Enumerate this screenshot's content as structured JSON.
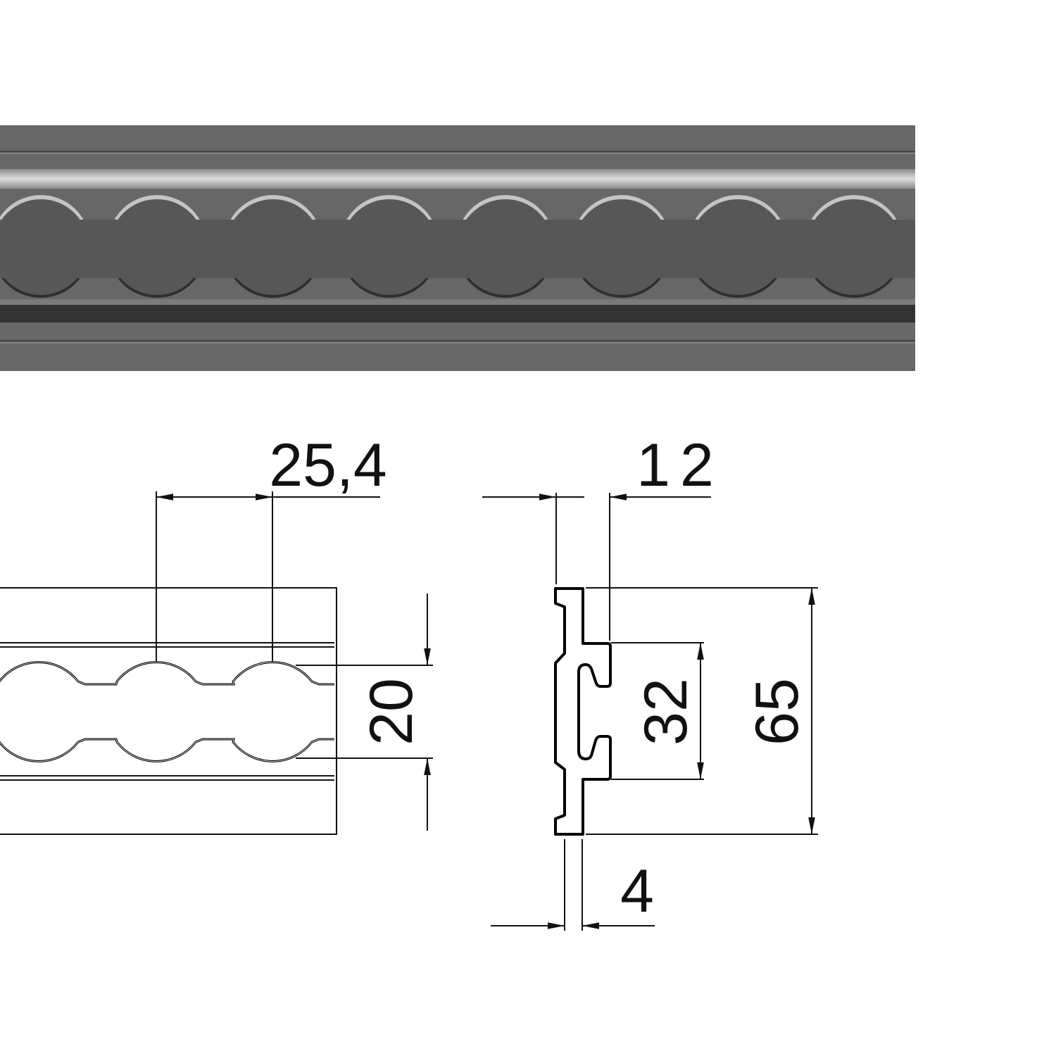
{
  "figure": {
    "title": "",
    "rail_render": {
      "colors": {
        "body": "#676767",
        "slot": "#575757",
        "shadow": "#333333",
        "highlight": "#d8d8d8"
      }
    },
    "dimensions": {
      "pitch": "25,4",
      "slot_width": "20",
      "height": "12",
      "thickness": "4",
      "inner_width": "32",
      "total_width": "65"
    }
  }
}
